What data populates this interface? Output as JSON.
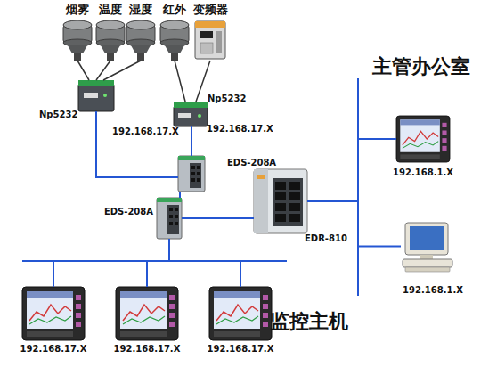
{
  "diagram": {
    "nodes": [
      {
        "text": [
          "烟雾"
        ]
      },
      {
        "text": [
          "温度"
        ]
      },
      {
        "text": [
          "湿度"
        ]
      },
      {
        "text": [
          "红外"
        ]
      },
      {
        "text": [
          "变频器"
        ]
      },
      {
        "text": [
          "Np5232",
          "192.168.17.X"
        ]
      },
      {
        "text": [
          "Np5232",
          "192.168.17.X"
        ]
      },
      {
        "text": [
          "EDS-208A"
        ]
      },
      {
        "text": [
          "EDS-208A"
        ]
      },
      {
        "text": [
          "EDR-810"
        ]
      },
      {
        "text": [
          "192.168.1.X"
        ]
      },
      {
        "text": [
          "192.168.1.X"
        ]
      },
      {
        "text": [
          "192.168.17.X"
        ]
      },
      {
        "text": [
          "192.168.17.X"
        ]
      },
      {
        "text": [
          "192.168.17.X"
        ]
      }
    ],
    "edges": [
      {
        "from": 0,
        "to": 5,
        "arrow": "none"
      },
      {
        "from": 1,
        "to": 5,
        "arrow": "none"
      },
      {
        "from": 2,
        "to": 5,
        "arrow": "none"
      },
      {
        "from": 3,
        "to": 6,
        "arrow": "none"
      },
      {
        "from": 4,
        "to": 6,
        "arrow": "none"
      },
      {
        "from": 5,
        "to": 7,
        "arrow": "none"
      },
      {
        "from": 6,
        "to": 7,
        "arrow": "none"
      },
      {
        "from": 7,
        "to": 8,
        "arrow": "none"
      },
      {
        "from": 8,
        "to": 9,
        "arrow": "none"
      },
      {
        "from": 8,
        "to": 12,
        "arrow": "none"
      },
      {
        "from": 8,
        "to": 13,
        "arrow": "none"
      },
      {
        "from": 8,
        "to": 14,
        "arrow": "none"
      },
      {
        "from": 9,
        "to": 10,
        "arrow": "none"
      },
      {
        "from": 9,
        "to": 11,
        "arrow": "none"
      }
    ],
    "labels": [
      "主管办公室",
      "监控主机"
    ]
  }
}
